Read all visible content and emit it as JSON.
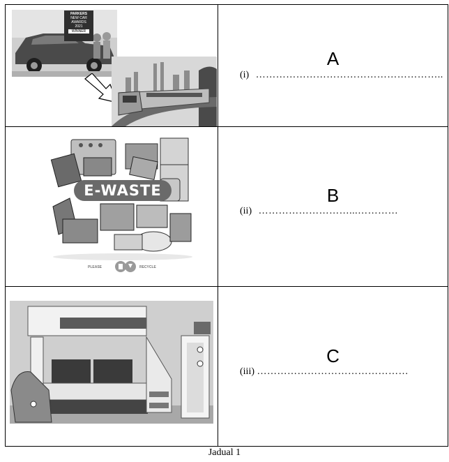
{
  "rows": [
    {
      "letter": "A",
      "label": "(i)",
      "dots": "………………………………………………..",
      "image": {
        "badge_lines": [
          "PARKERS",
          "NEW CAR",
          "AWARDS",
          "2021",
          "WINNER"
        ],
        "icons": [
          "car-icon",
          "arrow-icon",
          "train-icon",
          "city-skyline-icon"
        ]
      }
    },
    {
      "letter": "B",
      "label": "(ii)",
      "dots": "………………………...…………",
      "image": {
        "banner": "E-WASTE",
        "footer_left": "PLEASE",
        "footer_right": "RECYCLE",
        "icons": [
          "e-waste-pile-icon",
          "recycle-icon"
        ]
      }
    },
    {
      "letter": "C",
      "label": "(iii)",
      "dots": "………………………………………",
      "image": {
        "icons": [
          "bunk-bed-icon",
          "armchair-icon",
          "mirror-icon"
        ]
      }
    }
  ],
  "caption": "Jadual 1"
}
